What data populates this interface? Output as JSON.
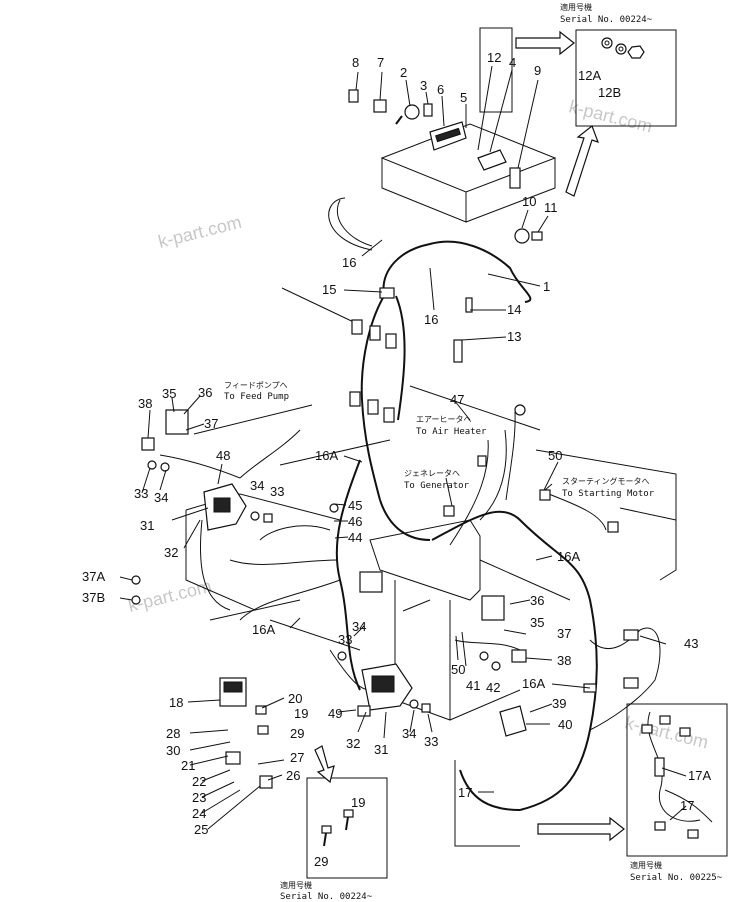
{
  "callouts": [
    "1",
    "2",
    "3",
    "4",
    "5",
    "6",
    "7",
    "8",
    "9",
    "10",
    "11",
    "12",
    "12A",
    "12B",
    "13",
    "14",
    "15",
    "16",
    "16A",
    "17",
    "17A",
    "18",
    "19",
    "20",
    "21",
    "22",
    "23",
    "24",
    "25",
    "26",
    "27",
    "28",
    "29",
    "30",
    "31",
    "32",
    "33",
    "34",
    "35",
    "36",
    "37",
    "37A",
    "37B",
    "38",
    "39",
    "40",
    "41",
    "42",
    "43",
    "44",
    "45",
    "46",
    "47",
    "48",
    "49",
    "50"
  ],
  "notes": {
    "top_jp": "適用号機",
    "top_serial": "Serial No. 00224~",
    "bl_jp": "適用号機",
    "bl_serial": "Serial No. 00224~",
    "br_jp": "適用号機",
    "br_serial": "Serial No. 00225~",
    "feed_jp": "フィードポンプへ",
    "feed_en": "To Feed Pump",
    "heater_jp": "エアーヒータへ",
    "heater_en": "To Air Heater",
    "gen_jp": "ジェネレータへ",
    "gen_en": "To Generator",
    "motor_jp": "スターティングモータへ",
    "motor_en": "To Starting Motor"
  },
  "watermarks": [
    "k-part.com",
    "k-part.com",
    "k-part.com",
    "k-part.com"
  ]
}
